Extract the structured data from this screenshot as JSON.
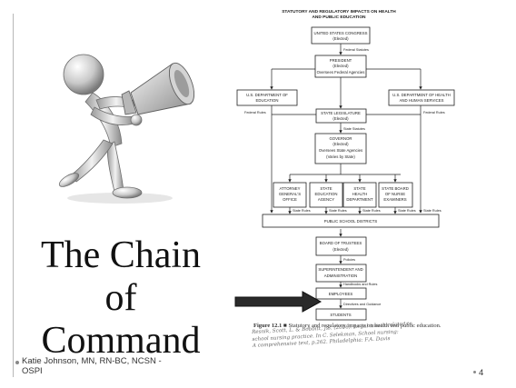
{
  "slide": {
    "title_lines": [
      "The Chain",
      "of",
      "Command"
    ],
    "author_lines": [
      "Katie Johnson, MN, RN-BC, NCSN -",
      "OSPI"
    ],
    "page_number": "4"
  },
  "diagram": {
    "title_lines": [
      "STATUTORY AND REGULATORY IMPACTS ON HEALTH",
      "AND PUBLIC EDUCATION"
    ],
    "nodes": {
      "congress": [
        "UNITED STATES CONGRESS",
        "(Elected)"
      ],
      "president": [
        "PRESIDENT",
        "(Elected)",
        "Oversees Federal Agencies"
      ],
      "dept_education": [
        "U.S. DEPARTMENT OF",
        "EDUCATION"
      ],
      "dept_health": [
        "U.S. DEPARTMENT OF HEALTH",
        "AND HUMAN SERVICES"
      ],
      "legislature": [
        "STATE LEGISLATURE",
        "(Elected)"
      ],
      "governor": [
        "GOVERNOR",
        "(Elected)",
        "Oversees State Agencies",
        "(Varies by State)"
      ],
      "attorney_general": [
        "ATTORNEY",
        "GENERAL'S",
        "OFFICE"
      ],
      "state_education": [
        "STATE",
        "EDUCATION",
        "AGENCY"
      ],
      "state_health": [
        "STATE",
        "HEALTH",
        "DEPARTMENT"
      ],
      "nurse_board": [
        "STATE BOARD",
        "OF NURSE",
        "EXAMINERS"
      ],
      "public_schools": [
        "PUBLIC SCHOOL DISTRICTS"
      ],
      "school_board": [
        "BOARD OF TRUSTEES",
        "(Elected)"
      ],
      "superintendent": [
        "SUPERINTENDENT AND",
        "ADMINISTRATION"
      ],
      "employees": [
        "EMPLOYEES"
      ],
      "students": [
        "STUDENTS"
      ]
    },
    "edge_labels": {
      "federal_statutes": "Federal Statutes",
      "federal_rules_left": "Federal Rules",
      "federal_rules_right": "Federal Rules",
      "state_statutes": "State Statutes",
      "state_rules_1": "State Rules",
      "state_rules_2": "State Rules",
      "state_rules_3": "State Rules",
      "state_rules_4": "State Rules",
      "state_rules_right": "State Rules",
      "policies": "Policies",
      "handbooks": "Handbooks and Rules",
      "directives": "Directives and Guidance"
    },
    "caption_label": "Figure 12.1",
    "caption_text": "Statutory and regulatory impacts on health and public education.",
    "handwritten_note_lines": [
      "Resnik, Scott, L. & Bobbitt, J.S. (2006). Legal issues related to",
      "school nursing practice. In C. Selekman, School nursing:",
      "A comprehensive text, p.262. Philadelphia: F.A. Davis"
    ]
  },
  "illustration": {
    "icon": "megaphone-figure"
  }
}
